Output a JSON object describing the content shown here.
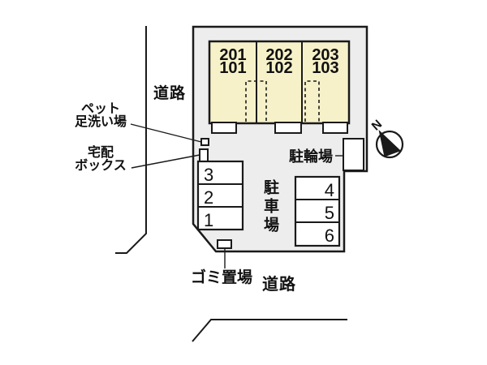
{
  "diagram_type": "property-site-plan",
  "colors": {
    "background": "#ffffff",
    "site_fill": "#ededed",
    "building_fill": "#f6f1c8",
    "line": "#1a1a1a",
    "box_fill": "#ffffff"
  },
  "labels": {
    "road_top": "道路",
    "road_bottom": "道路",
    "pet_wash": [
      "ペット",
      "足洗い場"
    ],
    "delivery_box": [
      "宅配",
      "ボックス"
    ],
    "bicycle_parking": "駐輪場",
    "car_parking": "駐車場",
    "garbage": "ゴミ置場",
    "north": "N"
  },
  "building": {
    "units": [
      {
        "upper": "201",
        "lower": "101"
      },
      {
        "upper": "202",
        "lower": "102"
      },
      {
        "upper": "203",
        "lower": "103"
      }
    ]
  },
  "parking": {
    "left_spaces": [
      "3",
      "2",
      "1"
    ],
    "right_spaces": [
      "4",
      "5",
      "6"
    ]
  }
}
